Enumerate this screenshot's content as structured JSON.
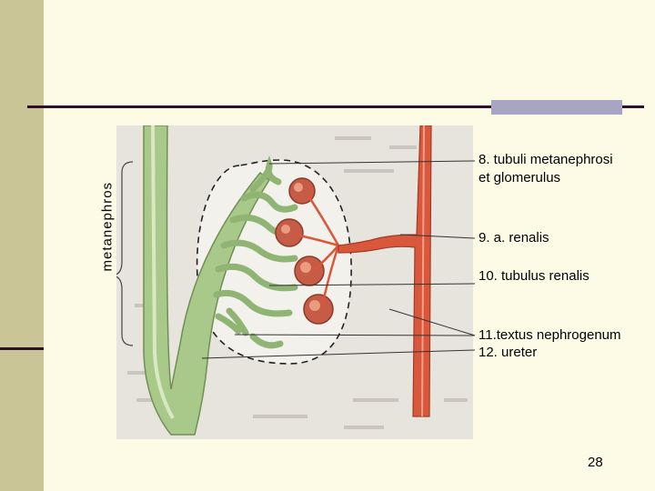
{
  "diagram": {
    "side_label": "metanephros",
    "labels": [
      "8. tubuli metanephrosi",
      "et glomerulus",
      "9. a. renalis",
      "10. tubulus renalis",
      "11.textus nephrogenum",
      "12. ureter"
    ]
  },
  "page_number": "28",
  "colors": {
    "background": "#fdfbe5",
    "accent_bar": "#c9c596",
    "rule_line": "#2e0f2c",
    "grey_block": "#a7a4c4",
    "artery": "#d9573b",
    "tubule": "#a9c98a",
    "glomerulus": "#c65c45"
  }
}
